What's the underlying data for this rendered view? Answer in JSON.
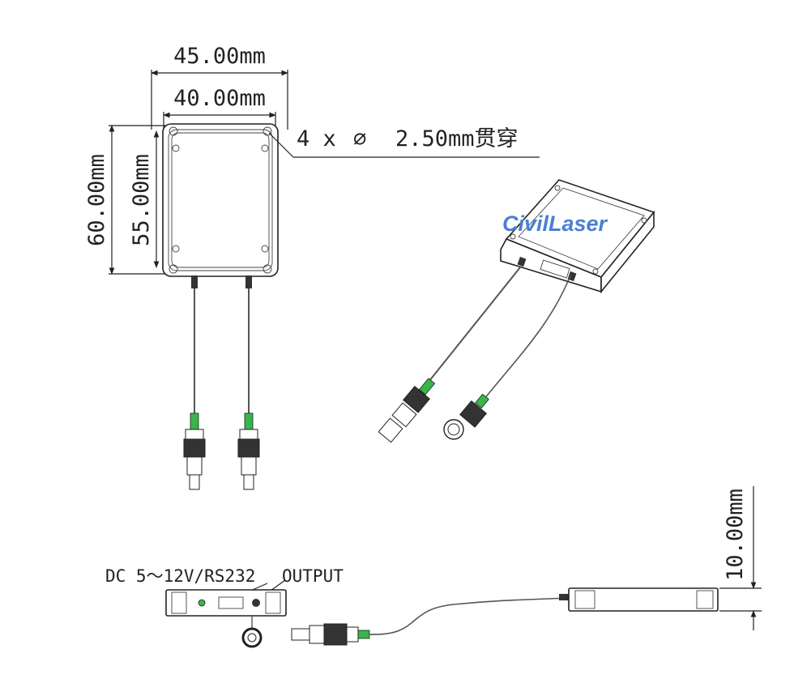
{
  "dimensions": {
    "width_outer": "45.00mm",
    "width_inner": "40.00mm",
    "height_outer": "60.00mm",
    "height_inner": "55.00mm",
    "holes": "4 x",
    "hole_symbol": "∅",
    "hole_size": "2.50mm贯穿",
    "thickness": "10.00mm"
  },
  "side_view": {
    "power_label": "DC 5～12V/RS232",
    "output_label": "OUTPUT"
  },
  "logo": {
    "text": "CivilLaser",
    "color": "#4a7fd4"
  },
  "colors": {
    "fiber_boot": "#39b54a",
    "connector_dark": "#333333"
  }
}
